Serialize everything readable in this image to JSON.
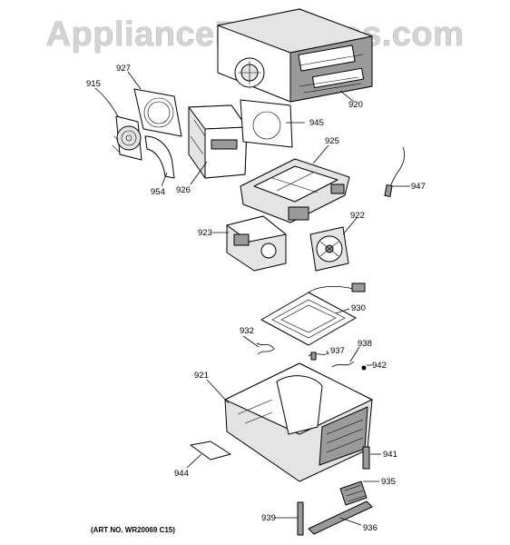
{
  "watermark": "AppliancePartsPros.com",
  "art_number": "(ART NO. WR20069 C15)",
  "callouts": {
    "p915": "915",
    "p927": "927",
    "p920": "920",
    "p945": "945",
    "p925": "925",
    "p947": "947",
    "p954": "954",
    "p926": "926",
    "p923": "923",
    "p922": "922",
    "p930": "930",
    "p932": "932",
    "p937": "937",
    "p938": "938",
    "p942": "942",
    "p921": "921",
    "p941": "941",
    "p944": "944",
    "p935": "935",
    "p939": "939",
    "p936": "936"
  }
}
